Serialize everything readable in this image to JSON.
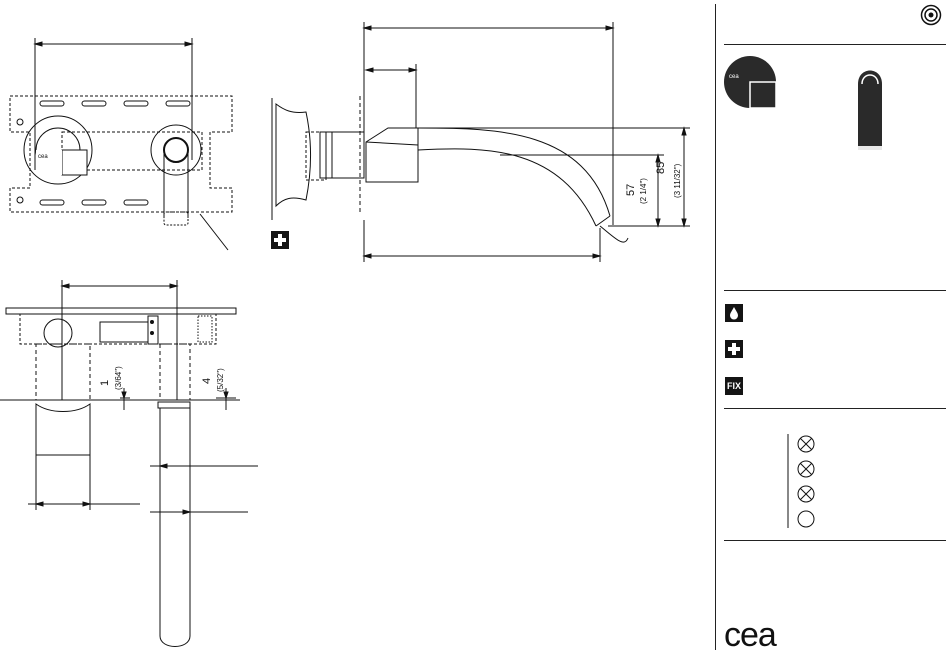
{
  "dimensions": {
    "dim_57": "57",
    "dim_57_in": "(2 1/4\")",
    "dim_85": "85",
    "dim_85_in": "(3 11/32\")",
    "dim_1": "1",
    "dim_1_in": "(3/64\")",
    "dim_4": "4",
    "dim_4_in": "(5/32\")"
  },
  "box_label": "cea",
  "side_panel": {
    "fix_label": "FIX",
    "logo": "cea",
    "icons": [
      "target-icon",
      "water-drop-icon",
      "plus-icon",
      "fix-icon"
    ]
  },
  "flow_options": [
    "crossed",
    "crossed",
    "crossed",
    "open"
  ],
  "colors": {
    "ink": "#111111",
    "panel_box": "#141414",
    "swatch": "#2a2a2a"
  }
}
